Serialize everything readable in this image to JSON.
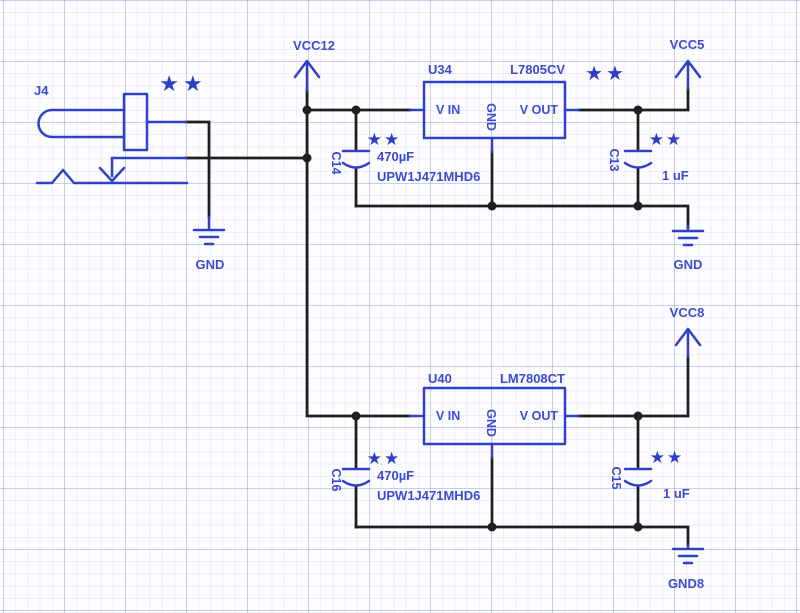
{
  "colors": {
    "symbol_blue": "#3140c9",
    "text_blue": "#3c4bd4",
    "wire_black": "#1f1f1f",
    "background": "#fdfdff"
  },
  "schematic": {
    "connector": {
      "ref": "J4",
      "stars": "★★"
    },
    "power_nets": {
      "vcc12": "VCC12",
      "vcc5": "VCC5",
      "vcc8": "VCC8"
    },
    "ground_nets": {
      "input_gnd": "GND",
      "reg5_gnd": "GND",
      "reg8_gnd": "GND8"
    },
    "reg5": {
      "ref": "U34",
      "part": "L7805CV",
      "stars": "★★",
      "pins": {
        "vin": "V IN",
        "gnd": "GND",
        "vout": "V OUT"
      }
    },
    "reg8": {
      "ref": "U40",
      "part": "LM7808CT",
      "pins": {
        "vin": "V IN",
        "gnd": "GND",
        "vout": "V OUT"
      }
    },
    "c14": {
      "ref": "C14",
      "value": "470µF",
      "part": "UPW1J471MHD6",
      "stars": "★★"
    },
    "c13": {
      "ref": "C13",
      "value": "1 uF",
      "stars": "★★"
    },
    "c16": {
      "ref": "C16",
      "value": "470µF",
      "part": "UPW1J471MHD6",
      "stars": "★★"
    },
    "c15": {
      "ref": "C15",
      "value": "1 uF",
      "stars": "★★"
    }
  }
}
